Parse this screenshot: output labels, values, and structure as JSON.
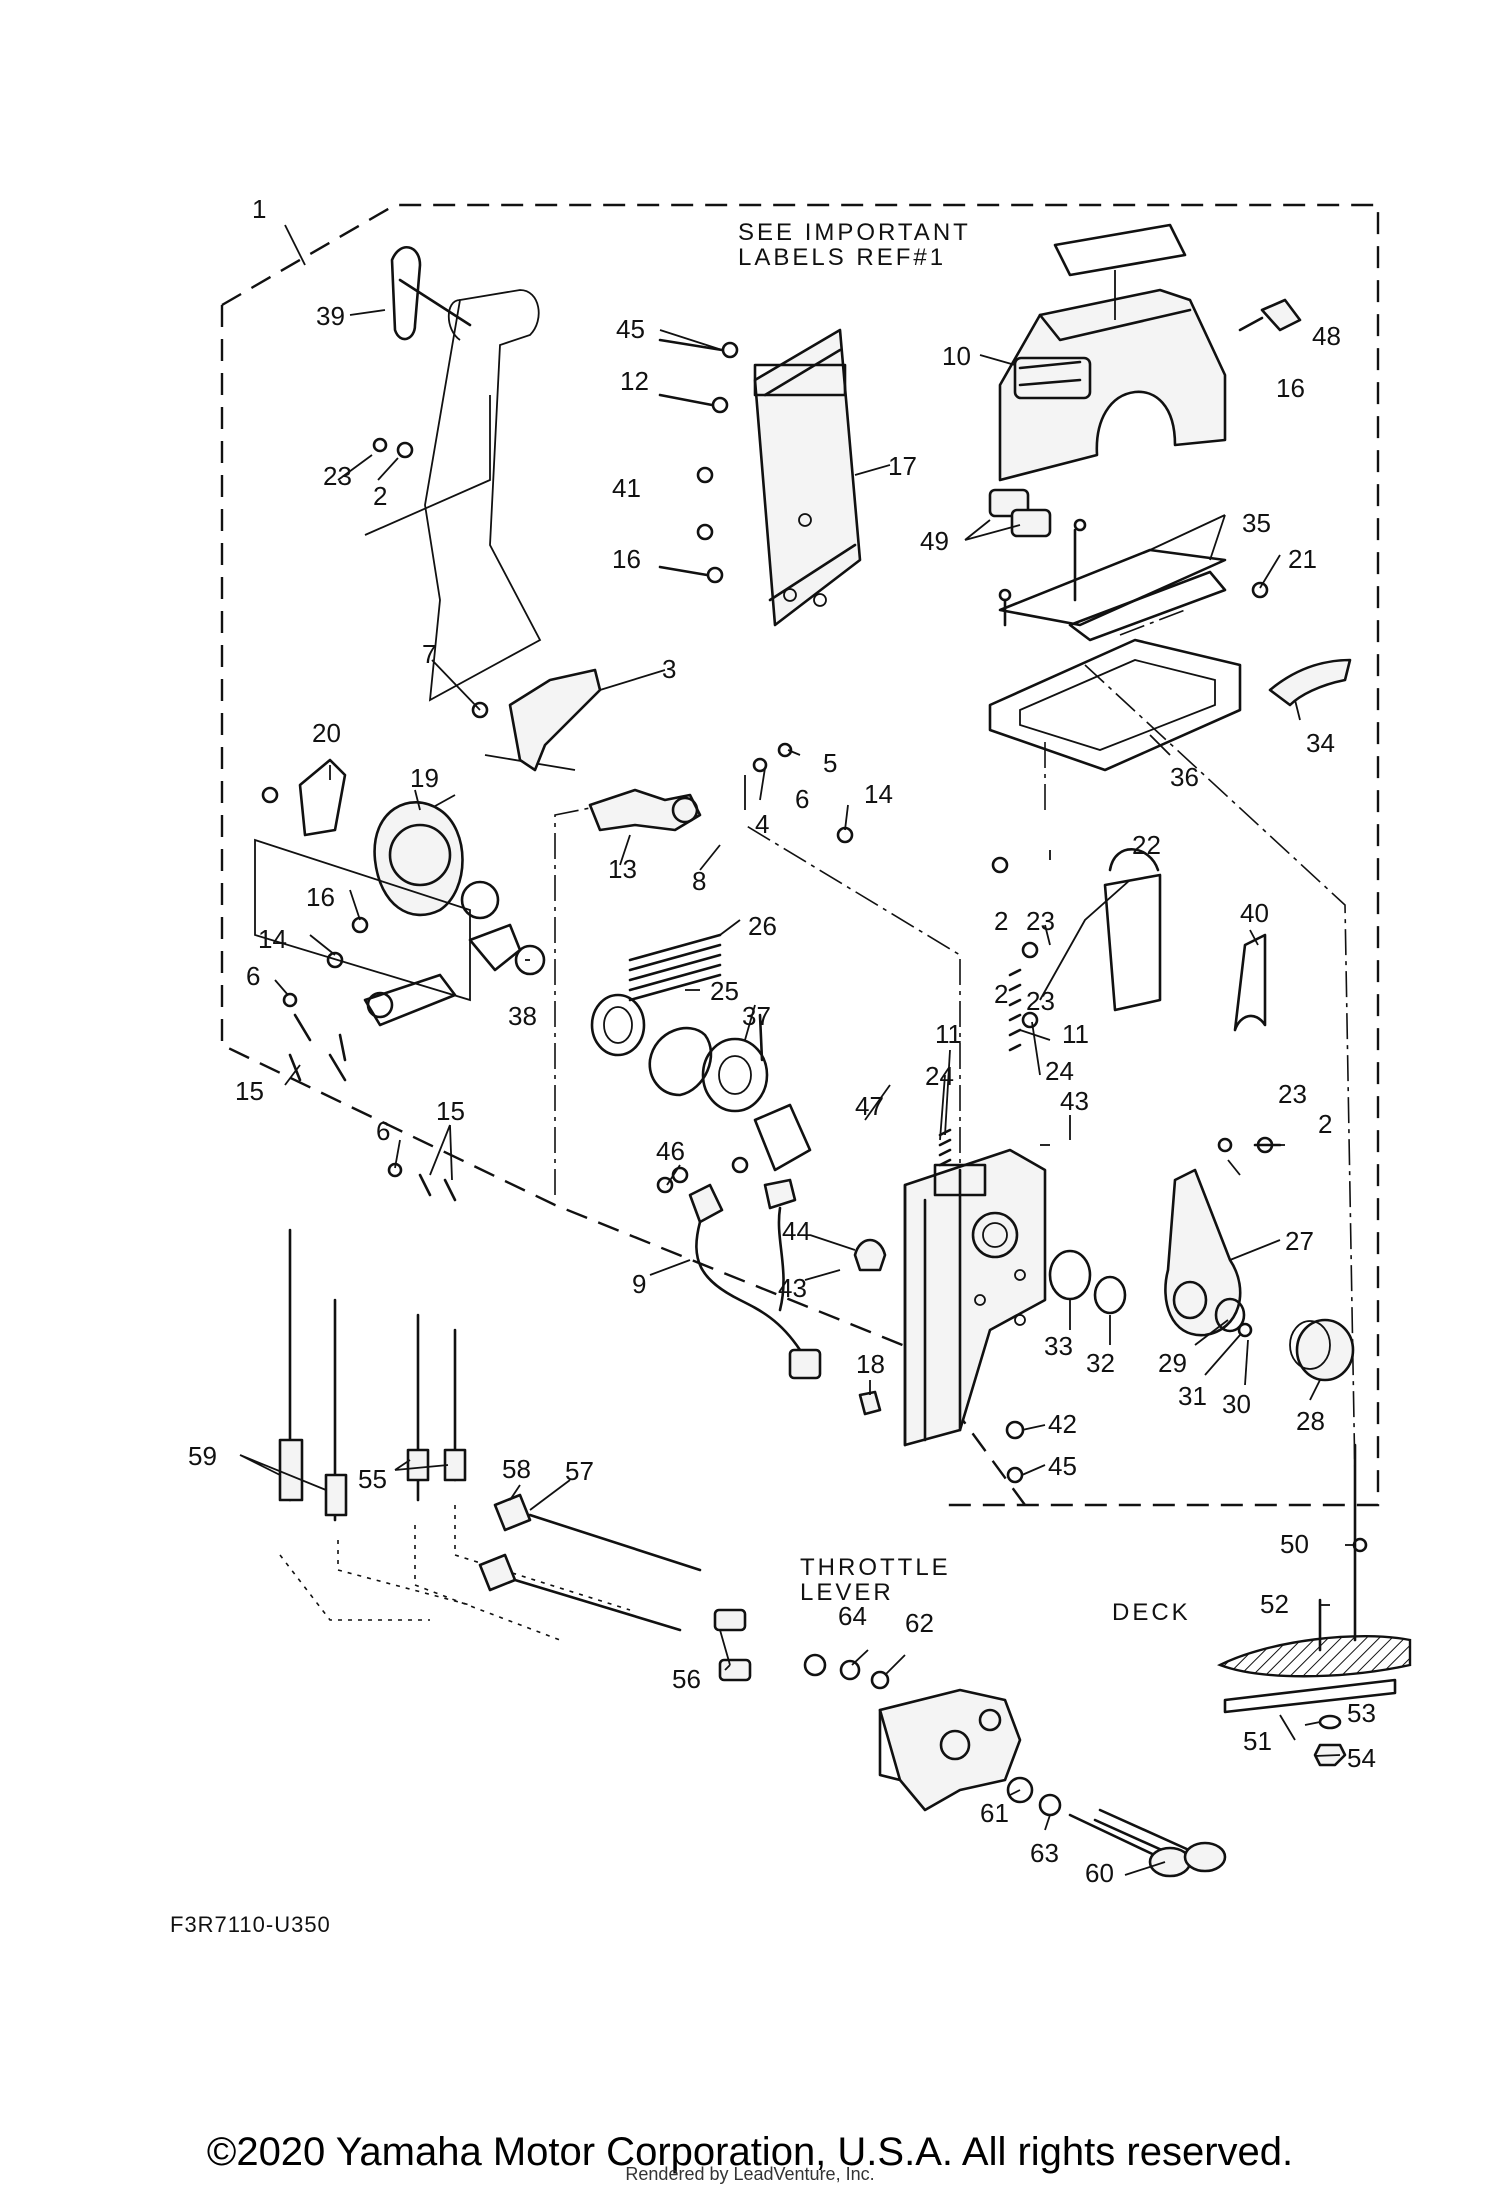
{
  "labels": {
    "important_line1": "SEE IMPORTANT",
    "important_line2": "LABELS REF#1",
    "throttle_line1": "THROTTLE",
    "throttle_line2": "LEVER",
    "deck": "DECK"
  },
  "part_numbers": {
    "p1": "1",
    "p2": "2",
    "p3": "3",
    "p4": "4",
    "p5": "5",
    "p6": "6",
    "p7": "7",
    "p8": "8",
    "p9": "9",
    "p10": "10",
    "p11": "11",
    "p12": "12",
    "p13": "13",
    "p14": "14",
    "p15": "15",
    "p16": "16",
    "p17": "17",
    "p18": "18",
    "p19": "19",
    "p20": "20",
    "p21": "21",
    "p22": "22",
    "p23": "23",
    "p24": "24",
    "p25": "25",
    "p26": "26",
    "p27": "27",
    "p28": "28",
    "p29": "29",
    "p30": "30",
    "p31": "31",
    "p32": "32",
    "p33": "33",
    "p34": "34",
    "p35": "35",
    "p36": "36",
    "p37": "37",
    "p38": "38",
    "p39": "39",
    "p40": "40",
    "p41": "41",
    "p42": "42",
    "p43": "43",
    "p44": "44",
    "p45": "45",
    "p46": "46",
    "p47": "47",
    "p48": "48",
    "p49": "49",
    "p50": "50",
    "p51": "51",
    "p52": "52",
    "p53": "53",
    "p54": "54",
    "p55": "55",
    "p56": "56",
    "p57": "57",
    "p58": "58",
    "p59": "59",
    "p60": "60",
    "p61": "61",
    "p62": "62",
    "p63": "63",
    "p64": "64"
  },
  "reference_code": "F3R7110-U350",
  "footer": {
    "copyright": "©2020 Yamaha Motor Corporation, U.S.A. All rights reserved.",
    "rendered_by": "Rendered by LeadVenture, Inc."
  }
}
